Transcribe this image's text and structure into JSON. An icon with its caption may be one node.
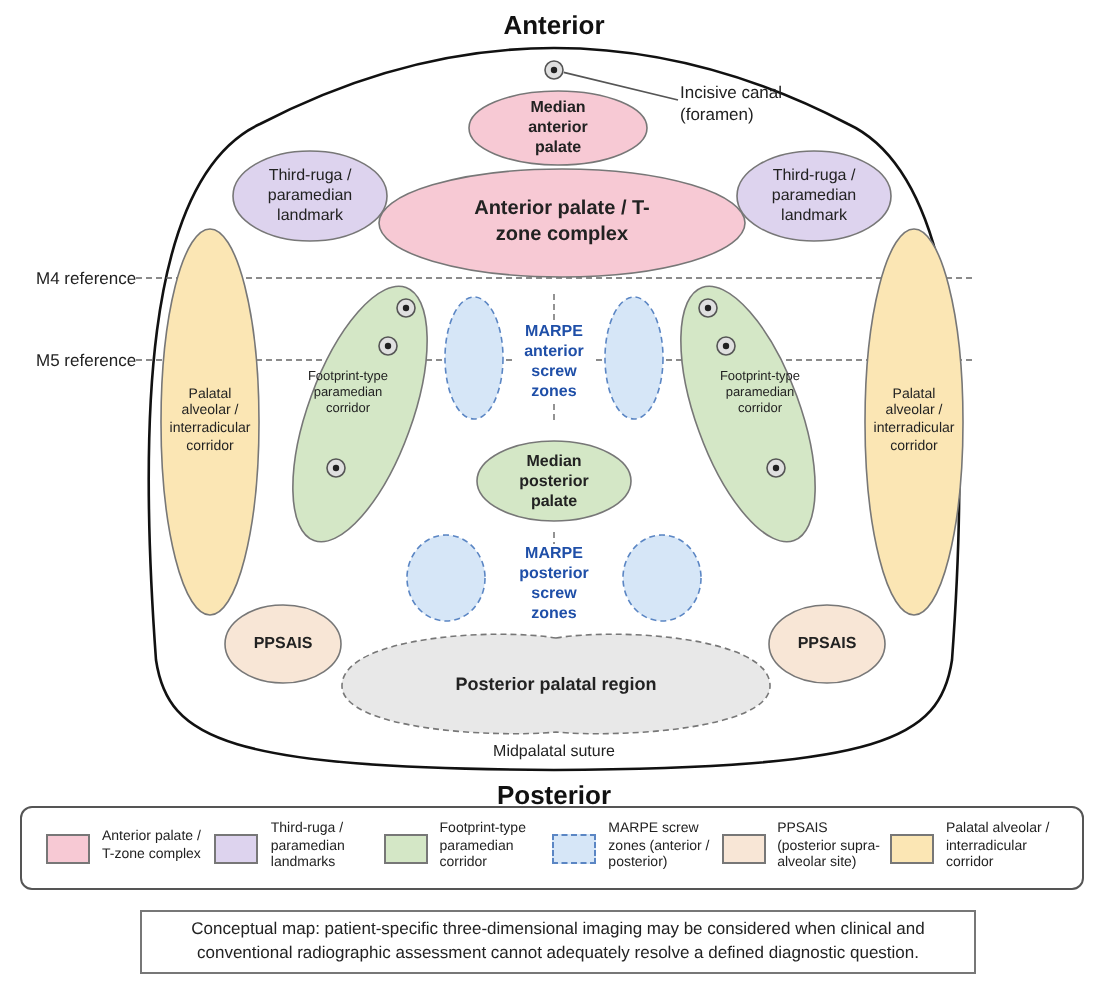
{
  "diagram": {
    "caption": "Conceptual map: patient-specific three-dimensional imaging may be considered when clinical and conventional radiographic assessment cannot adequately resolve a defined diagnostic question.",
    "nodes": [
      {
        "text": [],
        "shape": "circle"
      },
      {
        "text": [
          "Incisive canal (foramen)"
        ]
      },
      {
        "text": [
          "Median anterior palate"
        ]
      },
      {
        "text": [
          "Third-ruga / paramedian landmark"
        ]
      },
      {
        "text": [
          "Anterior palate / T-zone complex"
        ]
      },
      {
        "text": [
          "Third-ruga / paramedian landmark"
        ]
      },
      {
        "text": [
          "Palatal alveolar / interradicular corridor"
        ]
      },
      {
        "text": [
          "Footprint-type paramedian corridor"
        ]
      },
      {
        "text": [],
        "shape": "ellipse"
      },
      {
        "text": [],
        "shape": "ellipse"
      },
      {
        "text": [
          "Footprint-type paramedian corridor"
        ]
      },
      {
        "text": [
          "Palatal alveolar / interradicular corridor"
        ]
      },
      {
        "text": [
          "Median posterior palate"
        ]
      },
      {
        "text": [],
        "shape": "ellipse"
      },
      {
        "text": [],
        "shape": "ellipse"
      },
      {
        "text": [
          "PPSAIS"
        ]
      },
      {
        "text": [
          "Posterior palatal region"
        ]
      },
      {
        "text": [
          "PPSAIS"
        ]
      }
    ],
    "edges": [
      {
        "from": 1,
        "to": 0,
        "arrow": "none"
      }
    ],
    "labels": [
      "Anterior",
      "M4 reference",
      "M5 reference",
      "MARPE anterior screw zones",
      "MARPE posterior screw zones",
      "Midpalatal suture",
      "Posterior"
    ],
    "legend": [
      {
        "text": "Anterior palate / T-zone complex",
        "color": "#f7c9d4"
      },
      {
        "text": "Third-ruga / paramedian landmarks",
        "color": "#ddd3ee"
      },
      {
        "text": "Footprint-type paramedian corridor",
        "color": "#d4e7c6"
      },
      {
        "text": "MARPE screw zones (anterior / posterior)",
        "color": "#d6e6f7"
      },
      {
        "text": "PPSAIS (posterior supra-alveolar site)",
        "color": "#f8e6d6"
      },
      {
        "text": "Palatal alveolar / interradicular corridor",
        "color": "#fbe6b4"
      }
    ]
  }
}
